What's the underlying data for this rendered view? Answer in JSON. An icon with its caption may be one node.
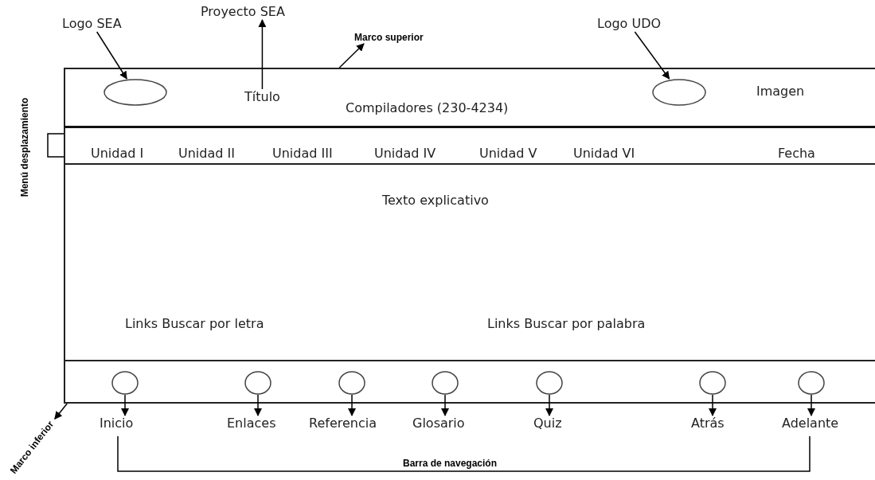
{
  "diagram": {
    "nodes": [
      {
        "text": [
          "Logo SEA"
        ]
      },
      {
        "text": [
          "Proyecto SEA"
        ]
      },
      {
        "text": [
          "Marco superior"
        ]
      },
      {
        "text": [
          "Logo UDO"
        ]
      },
      {
        "text": [],
        "shape": "box"
      },
      {
        "text": [],
        "shape": "circle",
        "in": 4
      },
      {
        "text": [
          "Título"
        ],
        "in": 4
      },
      {
        "text": [
          "Compiladores (230-4234)"
        ],
        "in": 4
      },
      {
        "text": [],
        "shape": "circle",
        "in": 4
      },
      {
        "text": [
          "Imagen"
        ],
        "in": 4
      },
      {
        "text": [],
        "shape": "box"
      },
      {
        "text": [
          "Unidad I"
        ],
        "in": 10
      },
      {
        "text": [
          "Unidad II"
        ],
        "in": 10
      },
      {
        "text": [
          "Unidad III"
        ],
        "in": 10
      },
      {
        "text": [
          "Unidad IV"
        ],
        "in": 10
      },
      {
        "text": [
          "Unidad V"
        ],
        "in": 10
      },
      {
        "text": [
          "Unidad VI"
        ],
        "in": 10
      },
      {
        "text": [
          "Fecha"
        ],
        "in": 10
      },
      {
        "text": [],
        "shape": "box"
      },
      {
        "text": [
          "Texto explicativo"
        ],
        "in": 18
      },
      {
        "text": [
          "Links Buscar por letra"
        ],
        "in": 18
      },
      {
        "text": [
          "Links Buscar por palabra"
        ],
        "in": 18
      },
      {
        "text": [],
        "shape": "box"
      },
      {
        "text": [],
        "shape": "circle",
        "in": 22
      },
      {
        "text": [],
        "shape": "circle",
        "in": 22
      },
      {
        "text": [],
        "shape": "circle",
        "in": 22
      },
      {
        "text": [],
        "shape": "circle",
        "in": 22
      },
      {
        "text": [],
        "shape": "circle",
        "in": 22
      },
      {
        "text": [],
        "shape": "circle",
        "in": 22
      },
      {
        "text": [],
        "shape": "circle",
        "in": 22
      },
      {
        "text": [
          "Marco inferior"
        ]
      },
      {
        "text": [
          "Inicio"
        ]
      },
      {
        "text": [
          "Enlaces"
        ]
      },
      {
        "text": [
          "Referencia"
        ]
      },
      {
        "text": [
          "Glosario"
        ]
      },
      {
        "text": [
          "Quiz"
        ]
      },
      {
        "text": [
          "Atrás"
        ]
      },
      {
        "text": [
          "Adelante"
        ]
      }
    ],
    "edges": [
      {
        "from": 0,
        "to": 5,
        "arrow": "to"
      },
      {
        "from": 6,
        "to": 1,
        "arrow": "to"
      },
      {
        "from": 4,
        "to": 2,
        "arrow": "to"
      },
      {
        "from": 3,
        "to": 8,
        "arrow": "to"
      },
      {
        "from": 22,
        "to": 30,
        "arrow": "to"
      },
      {
        "from": 23,
        "to": 31,
        "arrow": "to"
      },
      {
        "from": 24,
        "to": 32,
        "arrow": "to"
      },
      {
        "from": 25,
        "to": 33,
        "arrow": "to"
      },
      {
        "from": 26,
        "to": 34,
        "arrow": "to"
      },
      {
        "from": 27,
        "to": 35,
        "arrow": "to"
      },
      {
        "from": 28,
        "to": 36,
        "arrow": "to"
      },
      {
        "from": 29,
        "to": 37,
        "arrow": "to"
      }
    ],
    "labels": [
      "Menú desplazamiento",
      "Barra de navegación"
    ]
  }
}
